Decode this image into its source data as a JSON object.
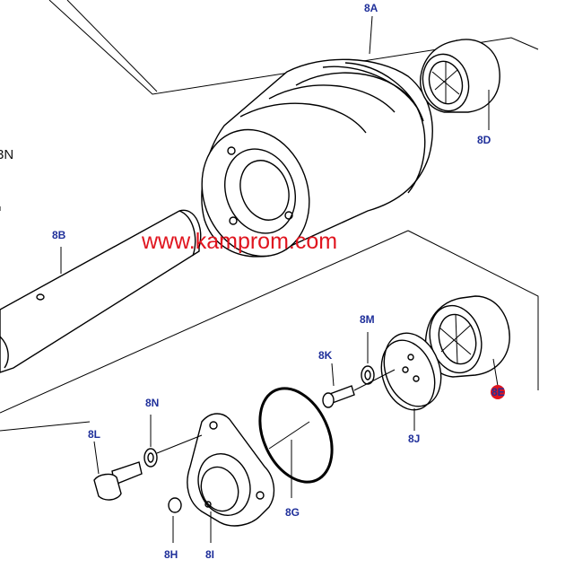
{
  "labels": {
    "8A": "8A",
    "8B": "8B",
    "8D": "8D",
    "8E": "8E",
    "8G": "8G",
    "8H": "8H",
    "8I": "8I",
    "8J": "8J",
    "8K": "8K",
    "8L": "8L",
    "8M": "8M",
    "8N": "8N"
  },
  "side_text": "3N",
  "watermark": "www.kamprom.com",
  "colors": {
    "label": "#1f2f9a",
    "watermark": "#e0141e",
    "highlight_marker": "#e0141e"
  }
}
